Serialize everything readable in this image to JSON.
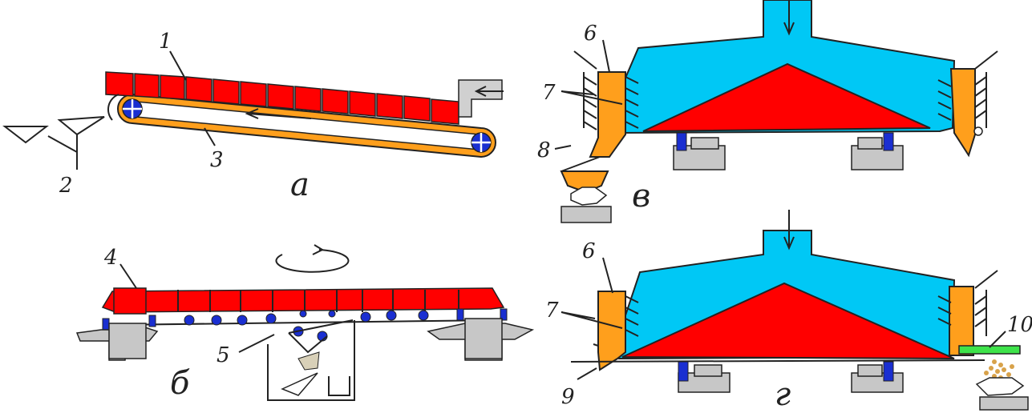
{
  "colors": {
    "red": "#ff0000",
    "orange": "#ff9f1c",
    "blue": "#00c8f5",
    "gray": "#c7c7c7",
    "roller": "#1a2fd1",
    "green": "#3ee34a",
    "product": "#d8a24a"
  },
  "labels": {
    "a": {
      "n1": "1",
      "n2": "2",
      "n3": "3",
      "caption": "а"
    },
    "b": {
      "n4": "4",
      "n5": "5",
      "caption": "б"
    },
    "v": {
      "n6": "6",
      "n7": "7",
      "n8": "8",
      "caption": "в"
    },
    "g": {
      "n6": "6",
      "n7": "7",
      "n9": "9",
      "n10": "10",
      "caption": "г"
    }
  },
  "icons": {
    "feed_arrow": "arrow-down-icon",
    "rotation": "rotation-arrow-icon",
    "belt_direction": "arrow-left-icon"
  }
}
